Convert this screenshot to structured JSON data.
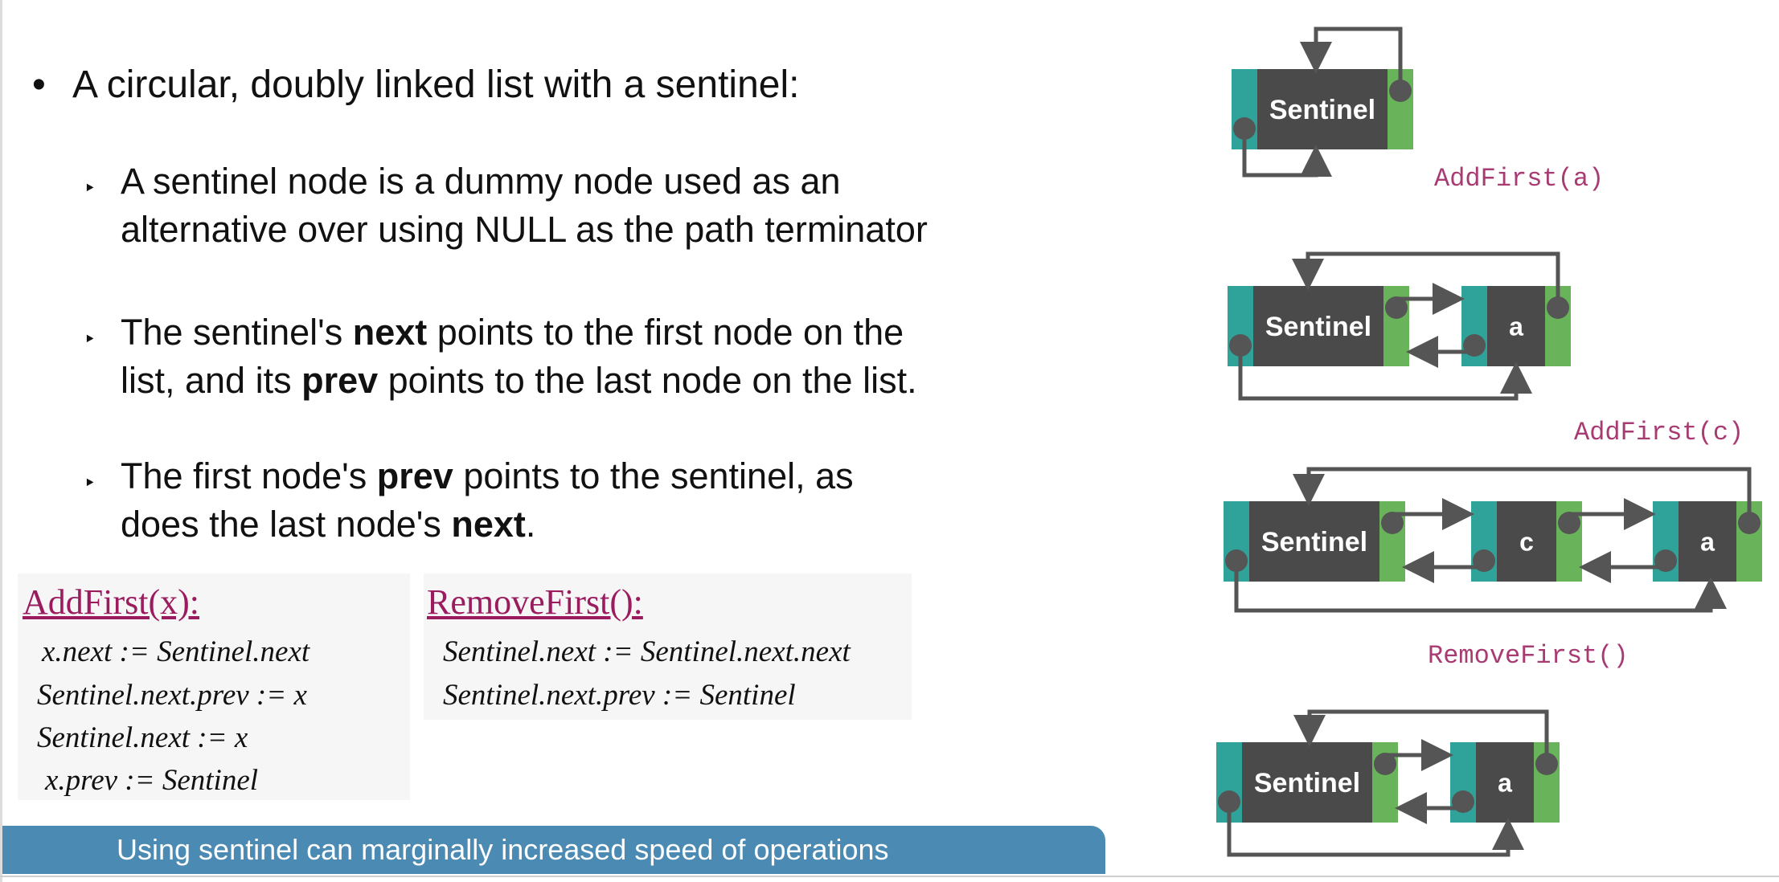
{
  "slide": {
    "main_bullet": "A circular, doubly linked list with a sentinel:",
    "sub_bullets": [
      {
        "line1": "A sentinel node is a dummy node used as an",
        "line2": "alternative over using NULL as the path terminator"
      },
      {
        "l1a": "The sentinel's ",
        "l1b": "next",
        "l1c": " points to the first node on the",
        "l2a": "list, and its ",
        "l2b": "prev",
        "l2c": " points to the last node on the list."
      },
      {
        "l1a": "The first node's ",
        "l1b": "prev",
        "l1c": " points to the sentinel, as",
        "l2a": "does the last node's ",
        "l2b": "next",
        "l2c": "."
      }
    ],
    "addfirst_box": {
      "title": "AddFirst(x):",
      "lines": [
        "x.next := Sentinel.next",
        "Sentinel.next.prev := x",
        "Sentinel.next := x",
        "x.prev := Sentinel"
      ]
    },
    "removefirst_box": {
      "title": "RemoveFirst():",
      "lines": [
        "Sentinel.next := Sentinel.next.next",
        "Sentinel.next.prev := Sentinel"
      ]
    },
    "banner": "Using sentinel can marginally increased speed of operations"
  },
  "diagram": {
    "operations": [
      "AddFirst(a)",
      "AddFirst(c)",
      "RemoveFirst()"
    ],
    "states": [
      {
        "nodes": [
          "Sentinel"
        ]
      },
      {
        "nodes": [
          "Sentinel",
          "a"
        ]
      },
      {
        "nodes": [
          "Sentinel",
          "c",
          "a"
        ]
      },
      {
        "nodes": [
          "Sentinel",
          "a"
        ]
      }
    ],
    "colors": {
      "node_body": "#4a4a4a",
      "prev_cell": "#2fa39a",
      "next_cell": "#69b35a",
      "pointer": "#555555",
      "operation_text": "#a83b72",
      "code_title": "#9b1b5f",
      "banner": "#4a8ab3"
    }
  }
}
